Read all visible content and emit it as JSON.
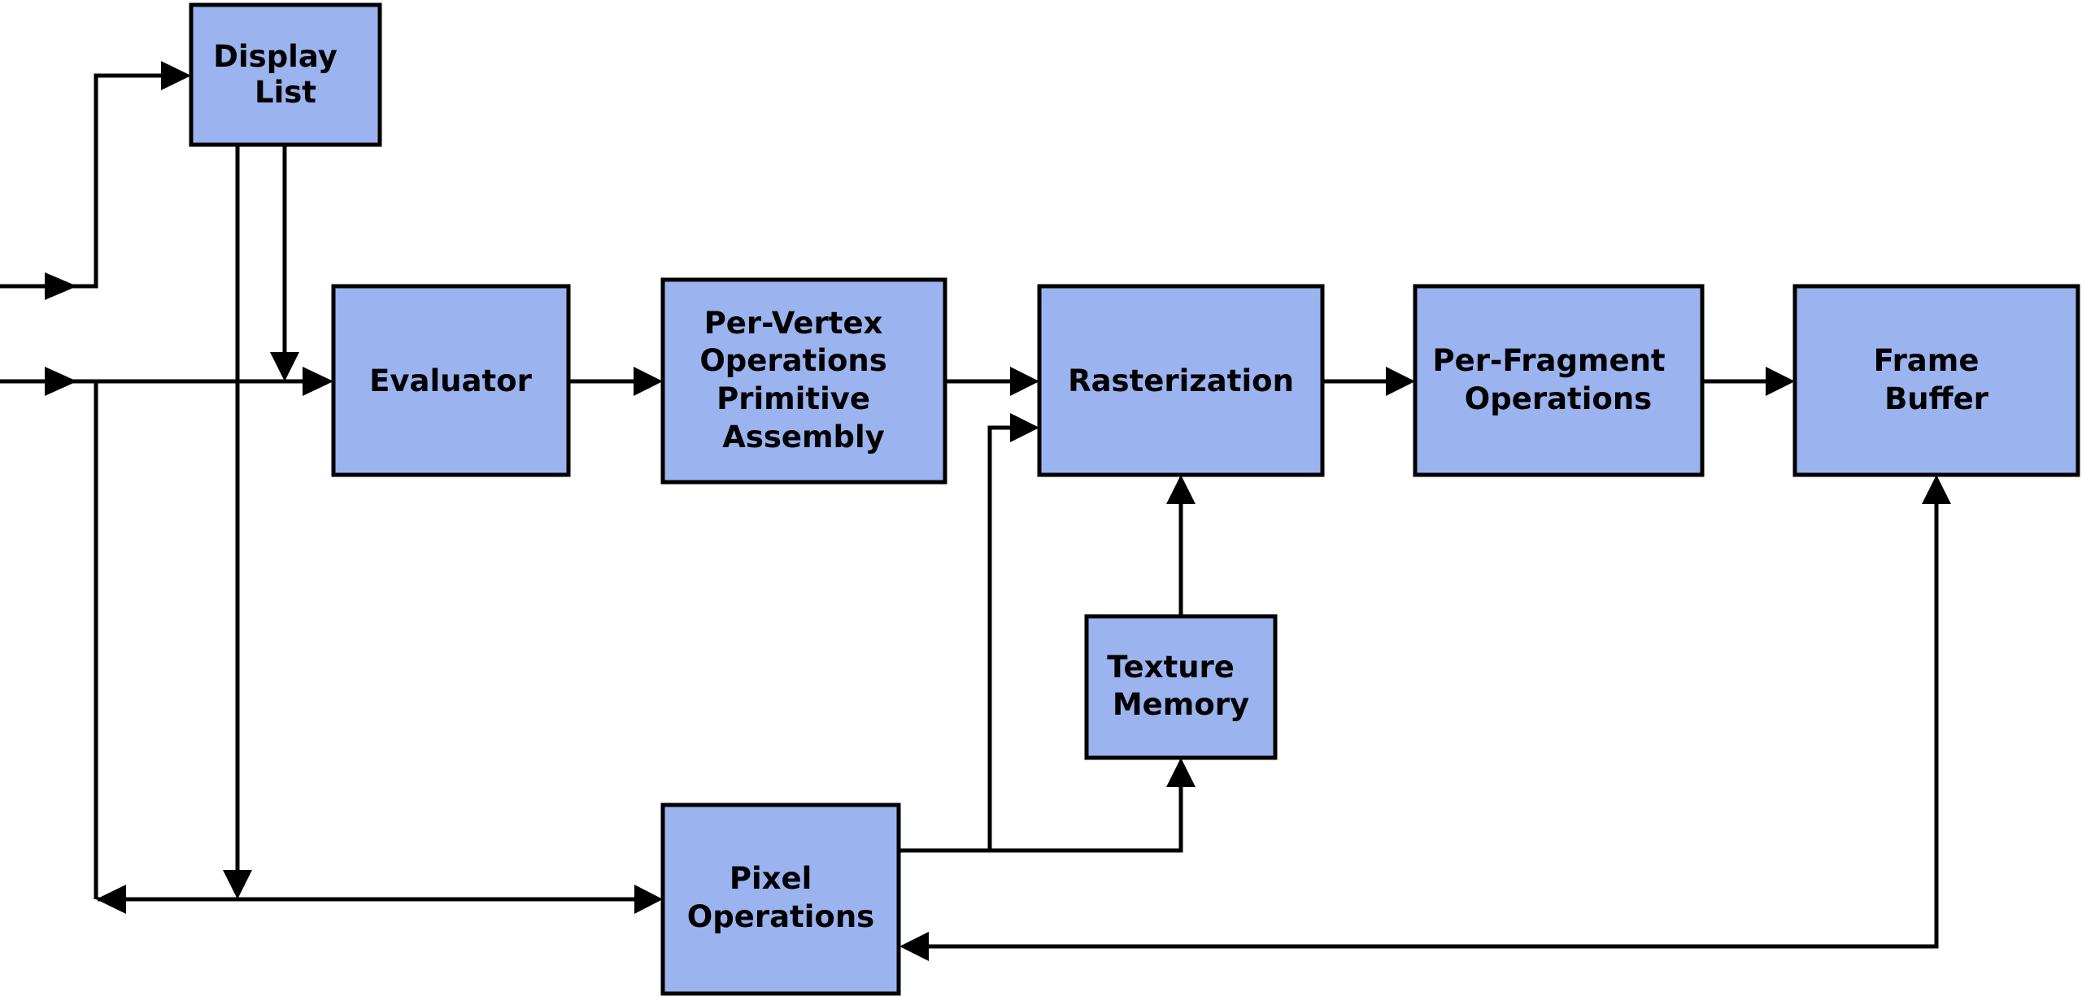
{
  "colors": {
    "box_fill": "#9bb3ee",
    "stroke": "#000000",
    "text": "#000000",
    "background": "#ffffff"
  },
  "nodes": {
    "display_list": {
      "lines": [
        "Display",
        "List"
      ]
    },
    "evaluator": {
      "lines": [
        "Evaluator"
      ]
    },
    "per_vertex": {
      "lines": [
        "Per-Vertex",
        "Operations",
        "Primitive",
        "Assembly"
      ]
    },
    "rasterization": {
      "lines": [
        "Rasterization"
      ]
    },
    "per_fragment": {
      "lines": [
        "Per-Fragment",
        "Operations"
      ]
    },
    "frame_buffer": {
      "lines": [
        "Frame",
        "Buffer"
      ]
    },
    "texture_memory": {
      "lines": [
        "Texture",
        "Memory"
      ]
    },
    "pixel_operations": {
      "lines": [
        "Pixel",
        "Operations"
      ]
    }
  },
  "edges": [
    {
      "from": "input-upper",
      "to": "display_list"
    },
    {
      "from": "input-lower",
      "to": "evaluator"
    },
    {
      "from": "input-lower",
      "to": "pixel_operations"
    },
    {
      "from": "display_list",
      "to": "evaluator"
    },
    {
      "from": "display_list",
      "to": "pixel_operations"
    },
    {
      "from": "evaluator",
      "to": "per_vertex"
    },
    {
      "from": "per_vertex",
      "to": "rasterization"
    },
    {
      "from": "rasterization",
      "to": "per_fragment"
    },
    {
      "from": "per_fragment",
      "to": "frame_buffer"
    },
    {
      "from": "texture_memory",
      "to": "rasterization"
    },
    {
      "from": "pixel_operations",
      "to": "rasterization"
    },
    {
      "from": "pixel_operations",
      "to": "texture_memory"
    },
    {
      "from": "frame_buffer",
      "to": "pixel_operations"
    }
  ]
}
